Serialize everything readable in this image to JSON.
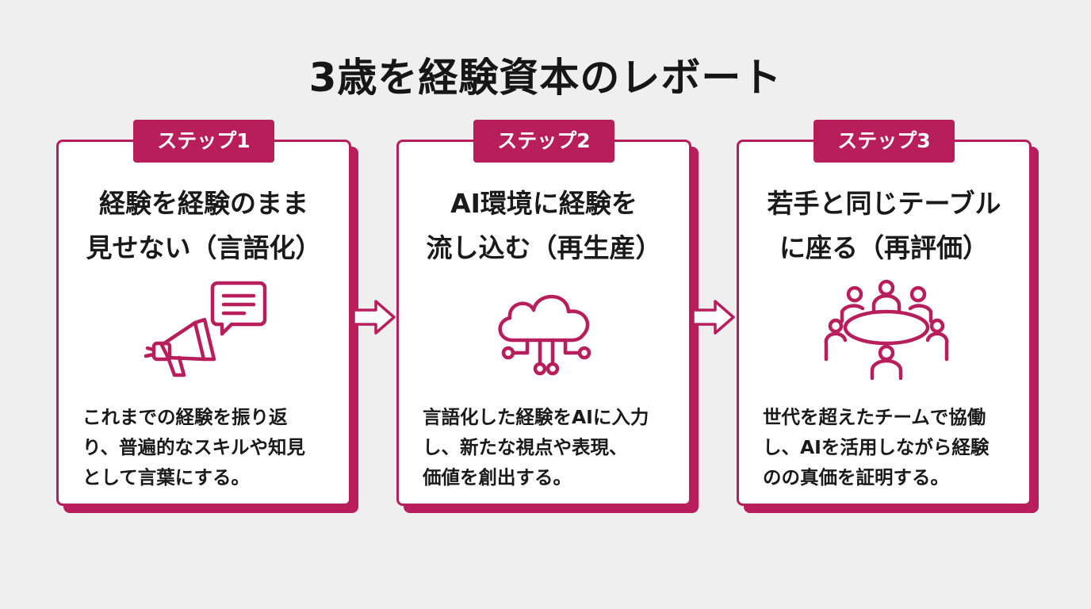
{
  "title": "3歳を経験資本のレボート",
  "colors": {
    "accent": "#b81e5b",
    "background": "#efefef",
    "card": "#ffffff"
  },
  "steps": [
    {
      "badge": "ステップ1",
      "heading_lines": [
        "経験を経験のまま",
        "見せない（言語化）"
      ],
      "icon": "megaphone-speech-bubble-icon",
      "text_lines": [
        "これまでの経験を振り返",
        "り、普遍的なスキルや知見",
        "として言葉にする。"
      ]
    },
    {
      "badge": "ステップ2",
      "heading_lines": [
        "AI環境に経験を",
        "流し込む（再生産）"
      ],
      "icon": "cloud-network-icon",
      "text_lines": [
        "言語化した経験をAIに入力",
        "し、新たな視点や表現、",
        "価値を創出する。"
      ]
    },
    {
      "badge": "ステップ3",
      "heading_lines": [
        "若手と同じテーブル",
        "に座る（再評価）"
      ],
      "icon": "meeting-table-icon",
      "text_lines": [
        "世代を超えたチームで協働",
        "し、AIを活用しながら経験",
        "のの真価を証明する。"
      ]
    }
  ]
}
